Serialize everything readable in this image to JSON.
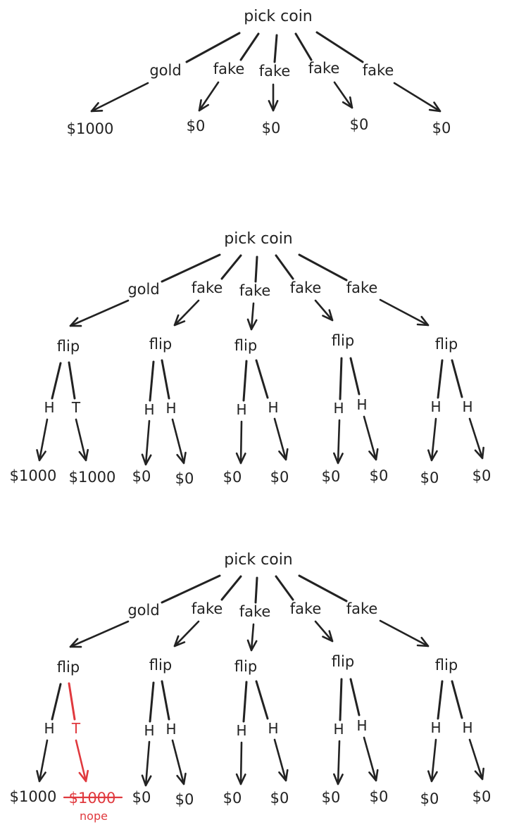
{
  "colors": {
    "ink": "#222222",
    "accent": "#e0393e",
    "background": "#ffffff"
  },
  "trees": [
    {
      "root": "pick coin",
      "branches": [
        {
          "choice": "gold",
          "flip": null,
          "outcomes": [
            {
              "value": "$1000"
            }
          ]
        },
        {
          "choice": "fake",
          "flip": null,
          "outcomes": [
            {
              "value": "$0"
            }
          ]
        },
        {
          "choice": "fake",
          "flip": null,
          "outcomes": [
            {
              "value": "$0"
            }
          ]
        },
        {
          "choice": "fake",
          "flip": null,
          "outcomes": [
            {
              "value": "$0"
            }
          ]
        },
        {
          "choice": "fake",
          "flip": null,
          "outcomes": [
            {
              "value": "$0"
            }
          ]
        }
      ]
    },
    {
      "root": "pick coin",
      "branches": [
        {
          "choice": "gold",
          "flip": "flip",
          "outcomes": [
            {
              "side": "H",
              "value": "$1000"
            },
            {
              "side": "T",
              "value": "$1000"
            }
          ]
        },
        {
          "choice": "fake",
          "flip": "flip",
          "outcomes": [
            {
              "side": "H",
              "value": "$0"
            },
            {
              "side": "H",
              "value": "$0"
            }
          ]
        },
        {
          "choice": "fake",
          "flip": "flip",
          "outcomes": [
            {
              "side": "H",
              "value": "$0"
            },
            {
              "side": "H",
              "value": "$0"
            }
          ]
        },
        {
          "choice": "fake",
          "flip": "flip",
          "outcomes": [
            {
              "side": "H",
              "value": "$0"
            },
            {
              "side": "H",
              "value": "$0"
            }
          ]
        },
        {
          "choice": "fake",
          "flip": "flip",
          "outcomes": [
            {
              "side": "H",
              "value": "$0"
            },
            {
              "side": "H",
              "value": "$0"
            }
          ]
        }
      ]
    },
    {
      "root": "pick coin",
      "branches": [
        {
          "choice": "gold",
          "flip": "flip",
          "outcomes": [
            {
              "side": "H",
              "value": "$1000"
            },
            {
              "side": "T",
              "value": "$1000",
              "struck": true,
              "note": "nope"
            }
          ]
        },
        {
          "choice": "fake",
          "flip": "flip",
          "outcomes": [
            {
              "side": "H",
              "value": "$0"
            },
            {
              "side": "H",
              "value": "$0"
            }
          ]
        },
        {
          "choice": "fake",
          "flip": "flip",
          "outcomes": [
            {
              "side": "H",
              "value": "$0"
            },
            {
              "side": "H",
              "value": "$0"
            }
          ]
        },
        {
          "choice": "fake",
          "flip": "flip",
          "outcomes": [
            {
              "side": "H",
              "value": "$0"
            },
            {
              "side": "H",
              "value": "$0"
            }
          ]
        },
        {
          "choice": "fake",
          "flip": "flip",
          "outcomes": [
            {
              "side": "H",
              "value": "$0"
            },
            {
              "side": "H",
              "value": "$0"
            }
          ]
        }
      ]
    }
  ]
}
